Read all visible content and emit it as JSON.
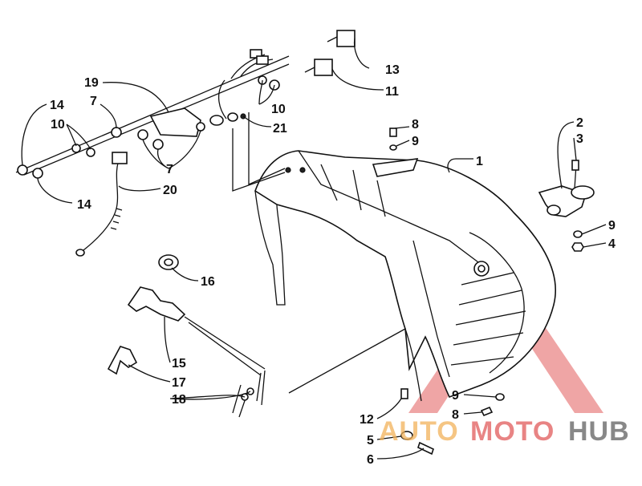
{
  "callouts": {
    "c1": "1",
    "c2": "2",
    "c3": "3",
    "c4": "4",
    "c5": "5",
    "c6": "6",
    "c7a": "7",
    "c7b": "7",
    "c8a": "8",
    "c8b": "8",
    "c9a": "9",
    "c9b": "9",
    "c9c": "9",
    "c10a": "10",
    "c10b": "10",
    "c11": "11",
    "c12": "12",
    "c13": "13",
    "c14a": "14",
    "c14b": "14",
    "c15": "15",
    "c16": "16",
    "c17": "17",
    "c18": "18",
    "c19": "19",
    "c20": "20",
    "c21": "21"
  },
  "watermark": {
    "part_a": "AUTO",
    "part_b": "MOTO",
    "part_c": "HUB"
  },
  "colors": {
    "line": "#111111",
    "watermark_red": "#e15b5b",
    "watermark_orange": "#f2b25a",
    "watermark_gray": "#6b6b6b"
  }
}
